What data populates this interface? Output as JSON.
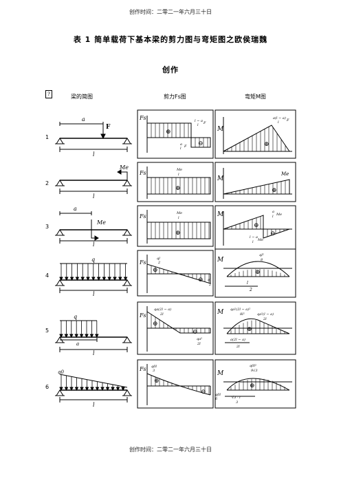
{
  "header": {
    "top": "创作时间：二零二一年六月三十日",
    "bottom": "创作时间：二零二一年六月三十日"
  },
  "title": {
    "line1": "表 1 简单载荷下基本梁的剪力图与弯矩图之欧侯瑞魏",
    "line2": "创作"
  },
  "table": {
    "corner_mark": "?",
    "col_beam": "梁的简图",
    "col_shear": "剪力Fs图",
    "col_moment": "弯矩M图",
    "rows": [
      {
        "no": "1",
        "beam": {
          "a": "a",
          "load": "F",
          "len": "l"
        },
        "shear": {
          "axis": "Fs",
          "top": "l − a",
          "top_den": "l",
          "top_suffix": "F",
          "bot": "a",
          "bot_den": "l",
          "bot_suffix": "F",
          "sign_pos": "⊕",
          "sign_neg": "⊖"
        },
        "moment": {
          "axis": "M",
          "peak": "a(l − a)",
          "peak_den": "l",
          "peak_suffix": "F",
          "sign": "⊕"
        }
      },
      {
        "no": "2",
        "beam": {
          "load": "Me",
          "len": "l"
        },
        "shear": {
          "axis": "Fs",
          "val": "Me",
          "val_den": "l",
          "sign": "⊕"
        },
        "moment": {
          "axis": "M",
          "val": "Me",
          "sign": "⊕"
        }
      },
      {
        "no": "3",
        "beam": {
          "a": "a",
          "load": "Me",
          "len": "l"
        },
        "shear": {
          "axis": "Fs",
          "val": "Me",
          "val_den": "l",
          "sign": "⊕"
        },
        "moment": {
          "axis": "M",
          "top": "a",
          "top_den": "l",
          "top_suffix": "Me",
          "bot": "l − a",
          "bot_den": "l",
          "bot_suffix": "Me",
          "sign_pos": "⊕",
          "sign_neg": "⊖"
        }
      },
      {
        "no": "4",
        "beam": {
          "load": "q",
          "len": "l"
        },
        "shear": {
          "axis": "Fs",
          "top": "ql",
          "top_den": "2",
          "bot": "ql",
          "bot_den": "2",
          "sign_pos": "⊕",
          "sign_neg": "⊖"
        },
        "moment": {
          "axis": "M",
          "peak": "ql²",
          "peak_den": "8",
          "mid": "l",
          "mid_den": "2",
          "sign": "⊕"
        }
      },
      {
        "no": "5",
        "beam": {
          "load": "q",
          "a": "a",
          "len": "l"
        },
        "shear": {
          "axis": "Fs",
          "top": "qa(2l − a)",
          "top_den": "2l",
          "bot": "qa²",
          "bot_den": "2l",
          "sign_pos": "⊕",
          "sign_neg": "⊖"
        },
        "moment": {
          "axis": "M",
          "peak": "qa²(2l − a)²",
          "peak_den": "8l²",
          "right": "qa²(l − a)",
          "right_den": "2l",
          "pos": "a(2l − a)",
          "pos_den": "2l",
          "sign": "⊕"
        }
      },
      {
        "no": "6",
        "beam": {
          "load": "q0",
          "len": "l"
        },
        "shear": {
          "axis": "Fs",
          "top": "q0l",
          "top_den": "3",
          "bot": "q0l",
          "bot_den": "6",
          "sign_pos": "⊕",
          "sign_neg": "⊖"
        },
        "moment": {
          "axis": "M",
          "peak": "q0l²",
          "peak_den": "9√3",
          "pos": "√3 · l",
          "pos_den": "3",
          "sign": "⊕"
        }
      }
    ]
  }
}
